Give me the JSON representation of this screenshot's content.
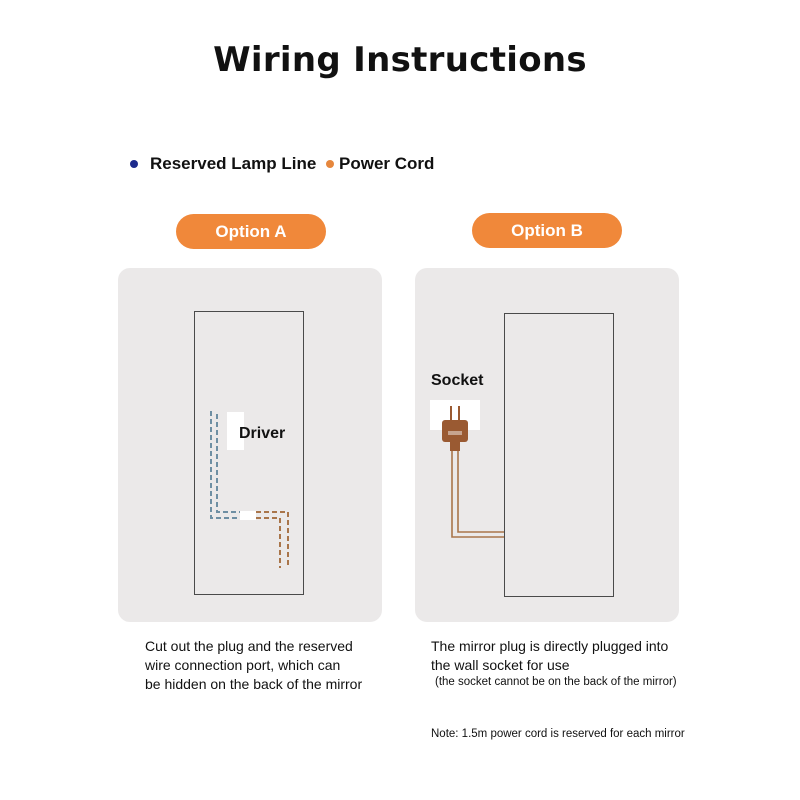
{
  "title": "Wiring Instructions",
  "legend": [
    {
      "label": "Reserved Lamp Line",
      "color": "#1c2a8c"
    },
    {
      "label": "Power Cord",
      "color": "#e6873d"
    }
  ],
  "option_a": {
    "label": "Option A",
    "driver_label": "Driver",
    "caption_lines": [
      "Cut out the plug and the reserved",
      "wire connection port, which can",
      "be hidden on the back of the mirror"
    ]
  },
  "option_b": {
    "label": "Option B",
    "socket_label": "Socket",
    "caption_lines": [
      "The mirror plug is directly plugged into",
      "the wall socket for use"
    ],
    "caption_sub": "(the socket cannot be on the back of the mirror)"
  },
  "note": "Note: 1.5m power cord is reserved for each mirror",
  "colors": {
    "accent": "#f0883a",
    "panel": "#ebe9e9",
    "lamp_line": "#6e8fa3",
    "power_cord": "#a9754a",
    "plug": "#9a5a32"
  },
  "icons": [
    "plug-icon"
  ]
}
